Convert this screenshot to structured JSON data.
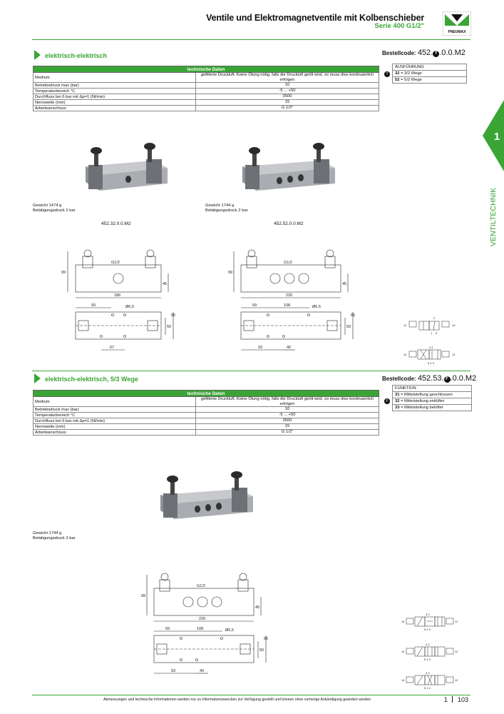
{
  "header": {
    "title": "Ventile und Elektromagnetventile mit Kolbenschieber",
    "subtitle": "Serie 400 G1/2\"",
    "logo_text": "PNEUMAX"
  },
  "side_tab": {
    "number": "1",
    "label": "VENTILTECHNIK"
  },
  "section1": {
    "title": "elektrisch-elektrisch",
    "bestellcode_label": "Bestellcode:",
    "bestellcode_pre": "452.",
    "bestellcode_marker": "T",
    "bestellcode_post": ".0.0.M2",
    "table_header": "technische Daten",
    "rows": [
      {
        "label": "Medium",
        "value": "gefilterte Druckluft. Keine Ölung nötig, falls die Druckluft geölt wird, so muss dies kontinuierlich erfolgen"
      },
      {
        "label": "Betriebsdruck max (bar)",
        "value": "10"
      },
      {
        "label": "Temperaturbereich °C",
        "value": "-5 ... +50"
      },
      {
        "label": "Durchfluss bei 6 bar mit Δp=1 (Nl/min)",
        "value": "3500"
      },
      {
        "label": "Nennweite (mm)",
        "value": "15"
      },
      {
        "label": "Arbeitsanschluss",
        "value": "G 1/2\""
      }
    ],
    "options_title": "AUSFÜHRUNG",
    "options_marker": "T",
    "options": [
      {
        "code": "32",
        "text": " = 3/2 Wege"
      },
      {
        "code": "52",
        "text": " = 5/2 Wege"
      }
    ],
    "products": [
      {
        "weight": "Gewicht 1474 g",
        "pressure": "Betätigungsdruck 2 bar",
        "code": "452.32.0.0.M2"
      },
      {
        "weight": "Gewicht 1744 g",
        "pressure": "Betätigungsdruck 2 bar",
        "code": "452.52.0.0.M2"
      }
    ],
    "dims1": {
      "h": "99",
      "port": "G1/2",
      "side": "45",
      "len": "186",
      "a": "93",
      "hole": "Ø6,5",
      "w1": "50",
      "w2": "65",
      "b": "67"
    },
    "dims2": {
      "h": "99",
      "port": "G1/2",
      "side": "45",
      "len": "226",
      "a": "59",
      "c": "108",
      "hole": "Ø6,5",
      "w1": "50",
      "w2": "65",
      "d": "93",
      "e": "40"
    },
    "sym1": {
      "l": "12",
      "r": "10",
      "t": "2",
      "b1": "1",
      "b2": "3"
    },
    "sym2": {
      "l": "14",
      "r": "12",
      "t": "4 2",
      "b": "5 1 3"
    }
  },
  "section2": {
    "title": "elektrisch-elektrisch, 5/3 Wege",
    "bestellcode_label": "Bestellcode:",
    "bestellcode_pre": "452.53.",
    "bestellcode_marker": "F",
    "bestellcode_post": ".0.0.M2",
    "table_header": "technische Daten",
    "rows": [
      {
        "label": "Medium",
        "value": "gefilterte Druckluft. Keine Ölung nötig, falls die Druckluft geölt wird, so muss dies kontinuierlich erfolgen"
      },
      {
        "label": "Betriebsdruck max (bar)",
        "value": "10"
      },
      {
        "label": "Temperaturbereich °C",
        "value": "-5 ... +50"
      },
      {
        "label": "Durchfluss bei 6 bar mit Δp=1 (Nl/min)",
        "value": "3500"
      },
      {
        "label": "Nennweite (mm)",
        "value": "15"
      },
      {
        "label": "Arbeitsanschluss",
        "value": "G 1/2\""
      }
    ],
    "options_title": "FUNKTION",
    "options_marker": "F",
    "options": [
      {
        "code": "31",
        "text": " = Mittelstellung geschlossen"
      },
      {
        "code": "32",
        "text": " = Mittelstellung entlüftet"
      },
      {
        "code": "33",
        "text": " = Mittelstellung belüftet"
      }
    ],
    "product": {
      "weight": "Gewicht 1744 g",
      "pressure": "Betätigungsdruck 3 bar"
    },
    "dims": {
      "h": "99",
      "port": "G1/2",
      "side": "45",
      "len": "226",
      "a": "59",
      "c": "108",
      "hole": "Ø6,5",
      "w1": "50",
      "w2": "65",
      "d": "93",
      "e": "40"
    },
    "sym": {
      "l": "14",
      "r": "12",
      "t": "4 2",
      "b": "5 1 3"
    }
  },
  "footer": {
    "text": "Abmessungen und technische Informationen werden nur zu Informationszwecken zur Verfügung gestellt und können ohne vorherige Ankündigung geändert werden",
    "chapter": "1",
    "page": "103"
  },
  "colors": {
    "accent": "#3aa535"
  }
}
